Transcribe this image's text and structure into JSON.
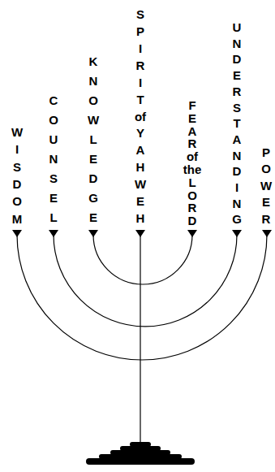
{
  "diagram": {
    "labels": [
      "WISDOM",
      "COUNSEL",
      "KNOWLEDGE",
      "SPIRIT of YAHWEH",
      "FEAR of the LORD",
      "UNDERSTANDING",
      "POWER"
    ]
  }
}
